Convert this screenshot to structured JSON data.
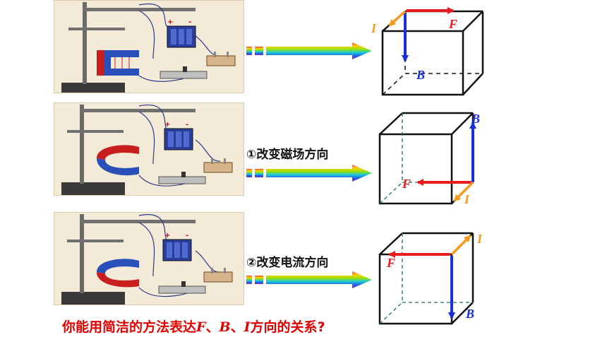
{
  "steps": [
    {
      "label": ""
    },
    {
      "label": "①改变磁场方向"
    },
    {
      "label": "②改变电流方向"
    }
  ],
  "cubes": [
    {
      "F": "F",
      "B": "B",
      "I": "I"
    },
    {
      "F": "F",
      "B": "B",
      "I": "I"
    },
    {
      "F": "F",
      "B": "B",
      "I": "I"
    }
  ],
  "battery": {
    "plus": "+",
    "minus": "-"
  },
  "question": {
    "part1": "你能用简洁的方法表达",
    "F": "F",
    "sep1": "、",
    "B": "B",
    "sep2": "、",
    "I": "I",
    "part2": "方向的关系?"
  },
  "colors": {
    "force": "#e81c1c",
    "field": "#1a2fd6",
    "current": "#f59a1c",
    "question": "#e00000"
  }
}
